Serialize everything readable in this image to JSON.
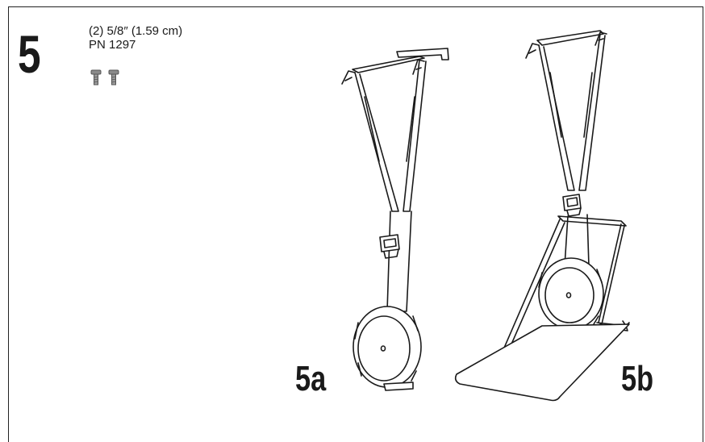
{
  "step": {
    "number": "5",
    "hardware_qty_size": "(2) 5/8″ (1.59 cm)",
    "part_number": "PN 1297"
  },
  "icons": {
    "hardware": "screw-icon"
  },
  "figures": {
    "a_label": "5a",
    "b_label": "5b"
  }
}
